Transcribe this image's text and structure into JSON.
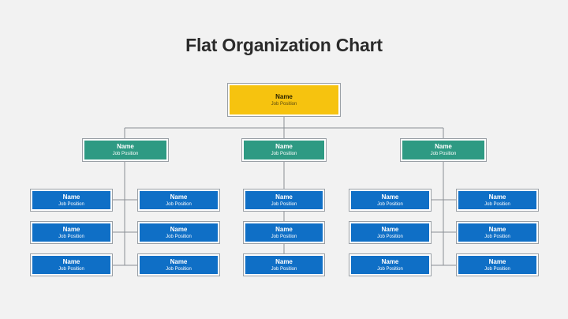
{
  "title": "Flat Organization Chart",
  "colors": {
    "background": "#f2f2f2",
    "root": "#f6c30f",
    "manager": "#2e9a83",
    "staff": "#0f6fc6",
    "line": "#8a8f94"
  },
  "root": {
    "name": "Name",
    "position": "Job Position"
  },
  "managers": [
    {
      "name": "Name",
      "position": "Job Position",
      "staff": [
        {
          "name": "Name",
          "position": "Job Position"
        },
        {
          "name": "Name",
          "position": "Job Position"
        },
        {
          "name": "Name",
          "position": "Job Position"
        },
        {
          "name": "Name",
          "position": "Job Position"
        },
        {
          "name": "Name",
          "position": "Job Position"
        },
        {
          "name": "Name",
          "position": "Job Position"
        }
      ]
    },
    {
      "name": "Name",
      "position": "Job Position",
      "staff": [
        {
          "name": "Name",
          "position": "Job Position"
        },
        {
          "name": "Name",
          "position": "Job Position"
        },
        {
          "name": "Name",
          "position": "Job Position"
        }
      ]
    },
    {
      "name": "Name",
      "position": "Job Position",
      "staff": [
        {
          "name": "Name",
          "position": "Job Position"
        },
        {
          "name": "Name",
          "position": "Job Position"
        },
        {
          "name": "Name",
          "position": "Job Position"
        },
        {
          "name": "Name",
          "position": "Job Position"
        },
        {
          "name": "Name",
          "position": "Job Position"
        },
        {
          "name": "Name",
          "position": "Job Position"
        }
      ]
    }
  ]
}
